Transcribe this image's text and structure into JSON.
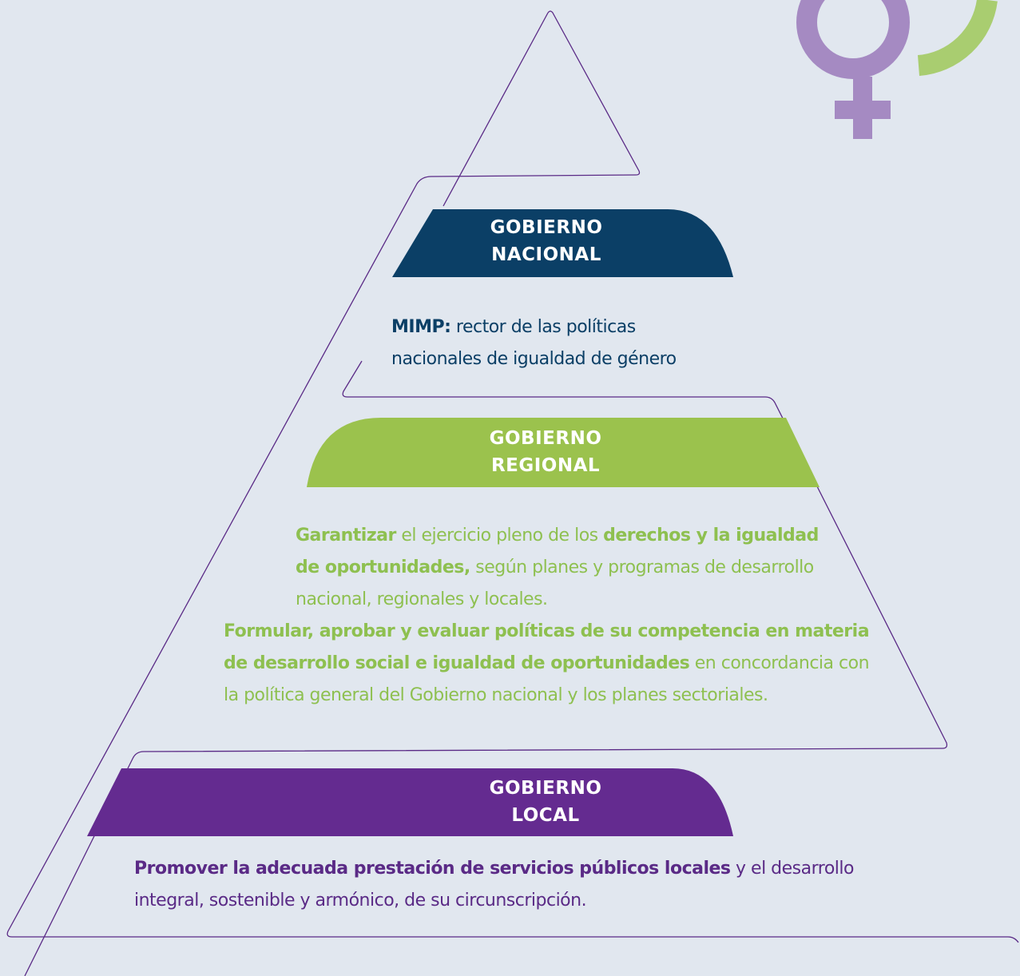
{
  "colors": {
    "background": "#e1e7ef",
    "outline": "#5a2a86",
    "nacional": "#0b3f66",
    "regional": "#9bc24d",
    "local": "#642b90",
    "venus_symbol": "#a58ac2",
    "green_ring": "#a9cd70"
  },
  "icons": {
    "corner": "venus-symbol-icon"
  },
  "nacional": {
    "title_line1": "GOBIERNO",
    "title_line2": "NACIONAL",
    "lead": "MIMP:",
    "text": " rector de las políticas nacionales de igualdad de género"
  },
  "regional": {
    "title_line1": "GOBIERNO",
    "title_line2": "REGIONAL",
    "p1_b1": "Garantizar",
    "p1_t1": " el ejercicio pleno de los ",
    "p1_b2": "derechos y la igualdad de oportunidades,",
    "p1_t2": " según planes y programas de desarrollo nacional, regionales y locales.",
    "p2_b1": "Formular, aprobar y evaluar políticas de su competencia en materia de desarrollo social e igualdad de oportunidades",
    "p2_t1": " en concordancia con la política general  del Gobierno nacional  y los planes sectoriales."
  },
  "local": {
    "title_line1": "GOBIERNO",
    "title_line2": "LOCAL",
    "b1": "Promover la adecuada prestación de servicios públicos locales",
    "t1": " y el desarrollo integral, sostenible y armónico, de su circunscripción."
  }
}
